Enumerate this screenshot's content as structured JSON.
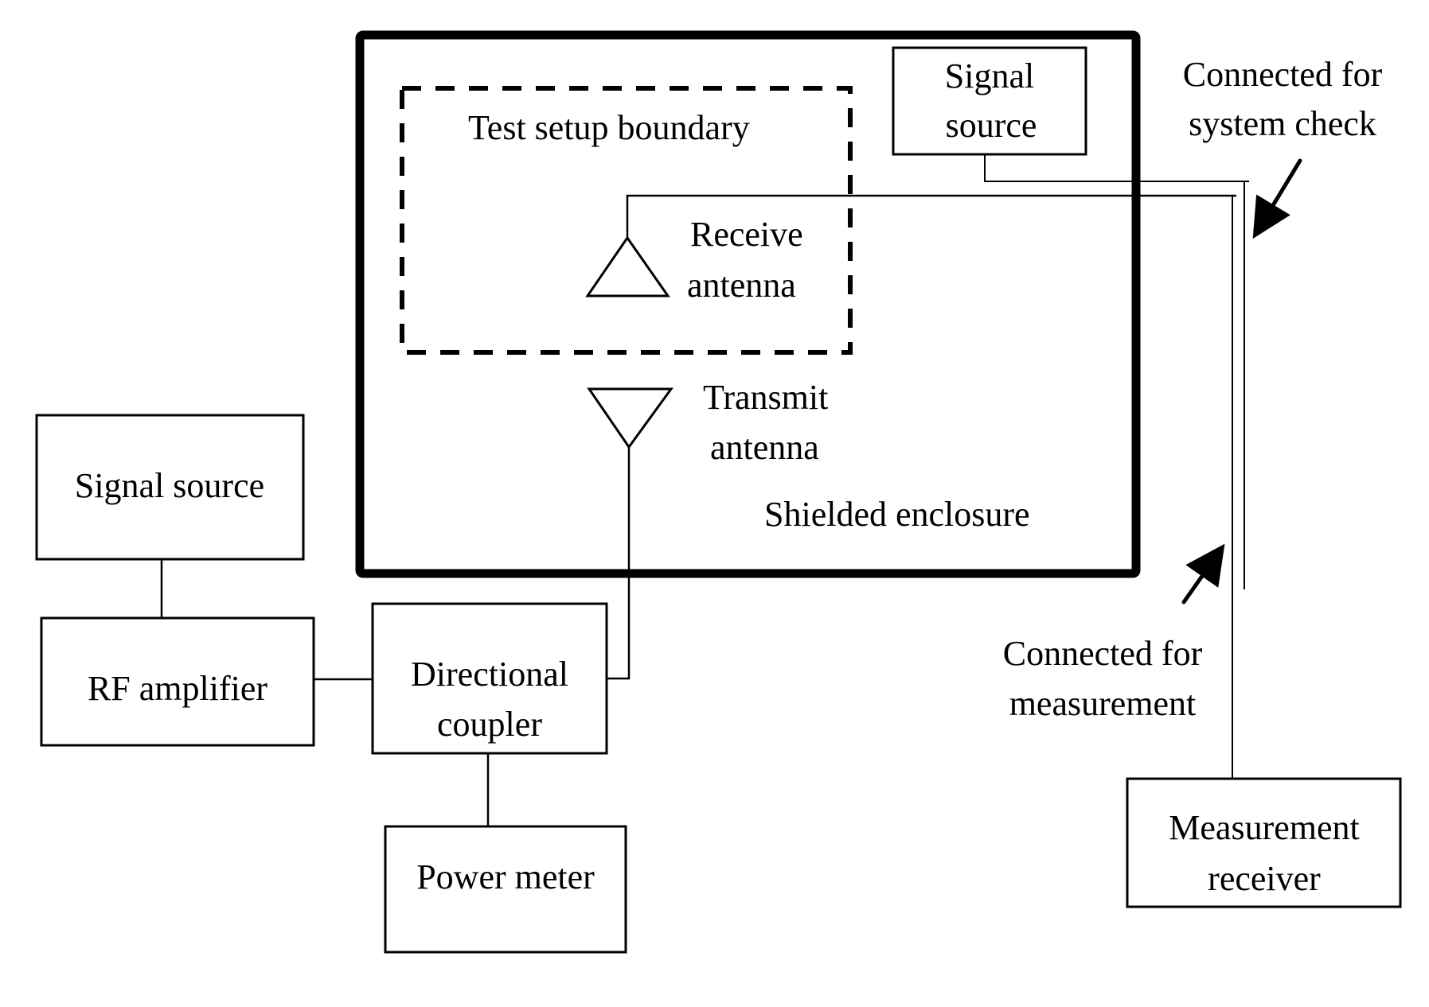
{
  "diagram": {
    "enclosure": {
      "label": "Shielded enclosure"
    },
    "test_boundary": {
      "label": "Test setup boundary"
    },
    "receive_antenna": {
      "line1": "Receive",
      "line2": "antenna"
    },
    "transmit_antenna": {
      "line1": "Transmit",
      "line2": "antenna"
    },
    "signal_source_inside": {
      "line1": "Signal",
      "line2": "source"
    },
    "signal_source_outside": {
      "label": "Signal source"
    },
    "rf_amplifier": {
      "label": "RF amplifier"
    },
    "directional_coupler": {
      "line1": "Directional",
      "line2": "coupler"
    },
    "power_meter": {
      "label": "Power meter"
    },
    "measurement_receiver": {
      "line1": "Measurement",
      "line2": "receiver"
    },
    "annotation_system_check": {
      "line1": "Connected for",
      "line2": "system check"
    },
    "annotation_measurement": {
      "line1": "Connected for",
      "line2": "measurement"
    }
  },
  "colors": {
    "stroke": "#000000",
    "background": "#ffffff"
  }
}
